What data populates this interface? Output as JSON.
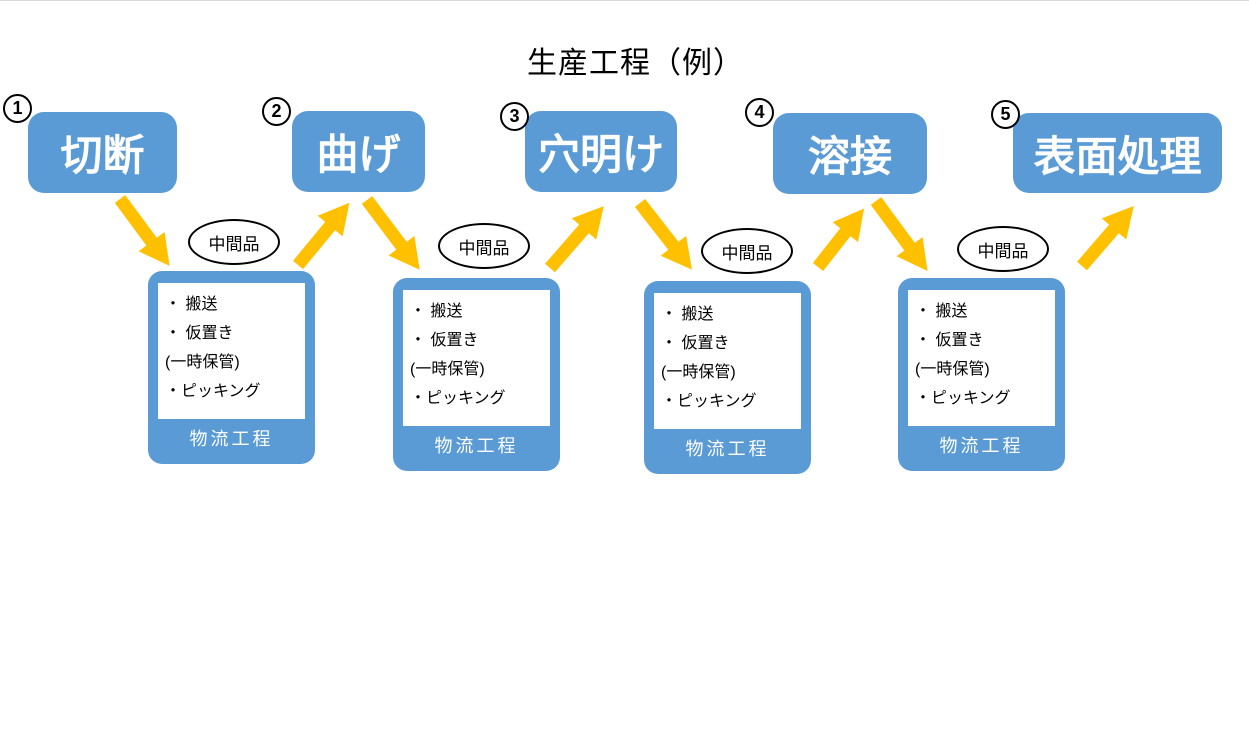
{
  "title": "生産工程（例）",
  "colors": {
    "process_box_blue": "#5B9BD5",
    "arrow_gold": "#FFC000",
    "box_text_white": "#FFFFFF",
    "text_black": "#000000"
  },
  "steps": [
    {
      "number": "1",
      "label": "切断"
    },
    {
      "number": "2",
      "label": "曲げ"
    },
    {
      "number": "3",
      "label": "穴明け"
    },
    {
      "number": "4",
      "label": "溶接"
    },
    {
      "number": "5",
      "label": "表面処理"
    }
  ],
  "logistics_boxes": [
    {
      "intermediate_label": "中間品",
      "items": [
        "・ 搬送",
        "・ 仮置き",
        "(一時保管)",
        "・ピッキング"
      ],
      "footer": "物流工程"
    },
    {
      "intermediate_label": "中間品",
      "items": [
        "・ 搬送",
        "・ 仮置き",
        "(一時保管)",
        "・ピッキング"
      ],
      "footer": "物流工程"
    },
    {
      "intermediate_label": "中間品",
      "items": [
        "・ 搬送",
        "・ 仮置き",
        "(一時保管)",
        "・ピッキング"
      ],
      "footer": "物流工程"
    },
    {
      "intermediate_label": "中間品",
      "items": [
        "・ 搬送",
        "・ 仮置き",
        "(一時保管)",
        "・ピッキング"
      ],
      "footer": "物流工程"
    }
  ]
}
